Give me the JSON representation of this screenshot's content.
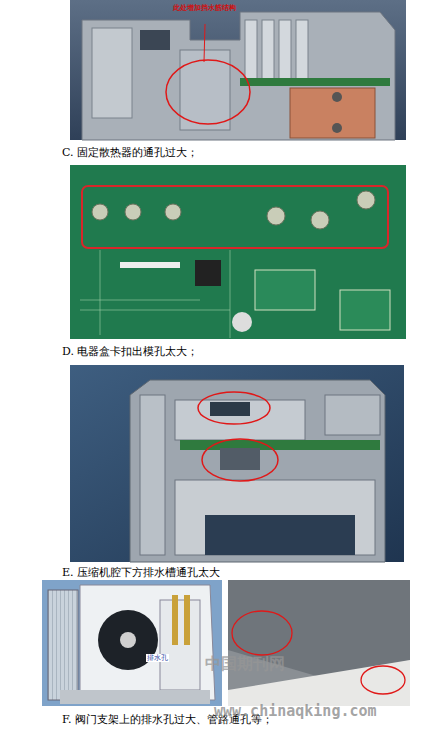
{
  "diagram": {
    "labels": [
      "此处增加挡水筋结构",
      "C. 固定散热器的通孔过大；",
      "D. 电器盒卡扣出模孔太大；",
      "E. 压缩机腔下方排水槽通孔太大",
      "排水孔",
      "F. 阀门支架上的排水孔过大、管路通孔等；",
      "中国期刊网",
      "www.chinaqking.com"
    ]
  }
}
